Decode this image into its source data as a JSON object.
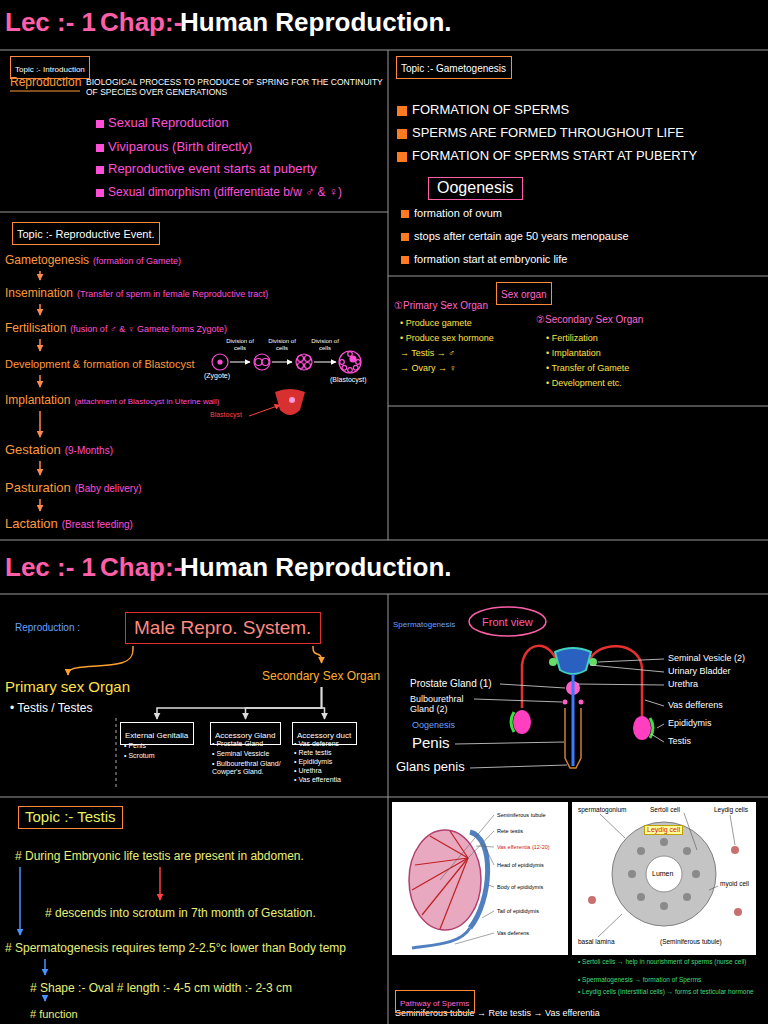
{
  "diagram": {
    "nodes": [
      {
        "text": [
          "Topic :- Introduction"
        ]
      },
      {
        "text": [
          "Topic :- Gametogenesis"
        ]
      },
      {
        "text": [
          "Oogenesis"
        ]
      },
      {
        "text": [
          "Topic :- Reproductive Event."
        ]
      },
      {
        "text": [
          "Gametogenesis",
          "(formation of Gamete)"
        ]
      },
      {
        "text": [
          "Insemination",
          "(Transfer of sperm in female Reproductive tract)"
        ]
      },
      {
        "text": [
          "Fertilisation",
          "(fusion of ♂ & ♀ Gamete forms Zygote)"
        ]
      },
      {
        "text": [
          "Development & formation of Blastocyst"
        ]
      },
      {
        "text": [
          "Implantation",
          "(attachment of Blastocyst in Uterine wall)"
        ]
      },
      {
        "text": [
          "Gestation",
          "(9-Months)"
        ]
      },
      {
        "text": [
          "Pasturation",
          "(Baby delivery)"
        ]
      },
      {
        "text": [
          "Lactation",
          "(Breast feeding)"
        ]
      },
      {
        "text": [
          "Sex organ"
        ]
      },
      {
        "text": [
          "Male Repro. System."
        ]
      },
      {
        "text": [
          "Primary sex Organ"
        ]
      },
      {
        "text": [
          "Secondary Sex Organ"
        ]
      },
      {
        "text": [
          "External Genitalia"
        ]
      },
      {
        "text": [
          "Accessory Gland"
        ]
      },
      {
        "text": [
          "Accessory duct"
        ]
      },
      {
        "text": [
          "Front view"
        ]
      },
      {
        "text": [
          "Topic :- Testis"
        ]
      },
      {
        "text": [
          "Pathway of Sperms"
        ]
      },
      {
        "text": [
          "# During Embryonic life testis are present in abdomen."
        ]
      },
      {
        "text": [
          "# descends into scrotum in 7th month of Gestation."
        ]
      },
      {
        "text": [
          "# Spermatogenesis requires temp 2-2.5°c lower than Body temp"
        ]
      },
      {
        "text": [
          "# Shape :- Oval # length :- 4-5 cm width :- 2-3 cm"
        ]
      },
      {
        "text": [
          "# function"
        ]
      }
    ],
    "edges": [
      {
        "from": 4,
        "to": 5,
        "arrow": "to"
      },
      {
        "from": 5,
        "to": 6,
        "arrow": "to"
      },
      {
        "from": 6,
        "to": 7,
        "arrow": "to"
      },
      {
        "from": 7,
        "to": 8,
        "arrow": "to"
      },
      {
        "from": 8,
        "to": 9,
        "arrow": "to"
      },
      {
        "from": 9,
        "to": 10,
        "arrow": "to"
      },
      {
        "from": 10,
        "to": 11,
        "arrow": "to"
      },
      {
        "from": 13,
        "to": 14,
        "arrow": "to"
      },
      {
        "from": 13,
        "to": 15,
        "arrow": "to"
      },
      {
        "from": 15,
        "to": 16,
        "arrow": "to"
      },
      {
        "from": 15,
        "to": 17,
        "arrow": "to"
      },
      {
        "from": 15,
        "to": 18,
        "arrow": "to"
      },
      {
        "from": 22,
        "to": 23,
        "arrow": "to"
      },
      {
        "from": 22,
        "to": 24,
        "arrow": "to"
      },
      {
        "from": 24,
        "to": 25,
        "arrow": "to"
      },
      {
        "from": 25,
        "to": 26,
        "arrow": "to"
      }
    ],
    "labels": [
      "Lec :- 1",
      "Chap:-",
      "Human Reproduction.",
      "Reproduction",
      "BIOLOGICAL PROCESS TO PRODUCE OF SPRING FOR THE CONTINUITY OF SPECIES OVER GENERATIONS",
      "Sexual Reproduction",
      "Viviparous (Birth directly)",
      "Reproductive event starts at puberty",
      "Sexual dimorphism (differentiate b/w ♂ & ♀)",
      "FORMATION OF SPERMS",
      "SPERMS ARE FORMED THROUGHOUT LIFE",
      "FORMATION OF SPERMS START AT PUBERTY",
      "formation of ovum",
      "stops after certain age 50 years menopause",
      "formation start at embryonic life",
      "①Primary Sex Organ",
      "• Produce gamete",
      "• Produce sex hormone",
      "→ Testis → ♂",
      "→ Ovary → ♀",
      "②Secondary Sex Organ",
      "• Fertilization",
      "• Implantation",
      "• Transfer of Gamete",
      "• Development etc.",
      "Division of cells",
      "Division of cells",
      "Division of cells",
      "(Zygote)",
      "(Blastocyst)",
      "Blastocyst",
      "Lec :- 1",
      "Chap:-",
      "Human Reproduction.",
      "Reproduction :",
      "• Testis / Testes",
      "• Penis",
      "• Scrotum",
      "• Prostate Gland",
      "• Seminal Vessicle",
      "• Bulbourethral Gland/ Cowper's Gland.",
      "• Vas deferens",
      "• Rete testis",
      "• Epididymis",
      "• Urethra",
      "• Vas efferentia",
      "Spermatogenesis",
      "Seminal Vesicle (2)",
      "Urinary Bladder",
      "Urethra",
      "Vas defferens",
      "Epididymis",
      "Testis",
      "Prostate Gland (1)",
      "Bulbourethral Gland (2)",
      "Oogenesis",
      "Penis",
      "Glans penis",
      "Seminiferous tubule",
      "Rete testis",
      "Vas efferentia (12-20)",
      "Head of epididymis",
      "Body of epididymis",
      "Tail of epididymis",
      "Vas deferens",
      "spermatogonium",
      "Sertoli cell",
      "Leydig cells",
      "Leydig cell",
      "Lumen",
      "myoid cell",
      "basal lamina",
      "(Seminiferous tubule)",
      "• Sertoli cells → help in nourishment of sperms (nurse cell)",
      "• Spermatogenesis → formation of Sperms",
      "• Leydig cells (Interstitial cells) → forms of testicular hormone",
      "Seminiferous tubule → Rete testis → Vas efferentia"
    ]
  }
}
